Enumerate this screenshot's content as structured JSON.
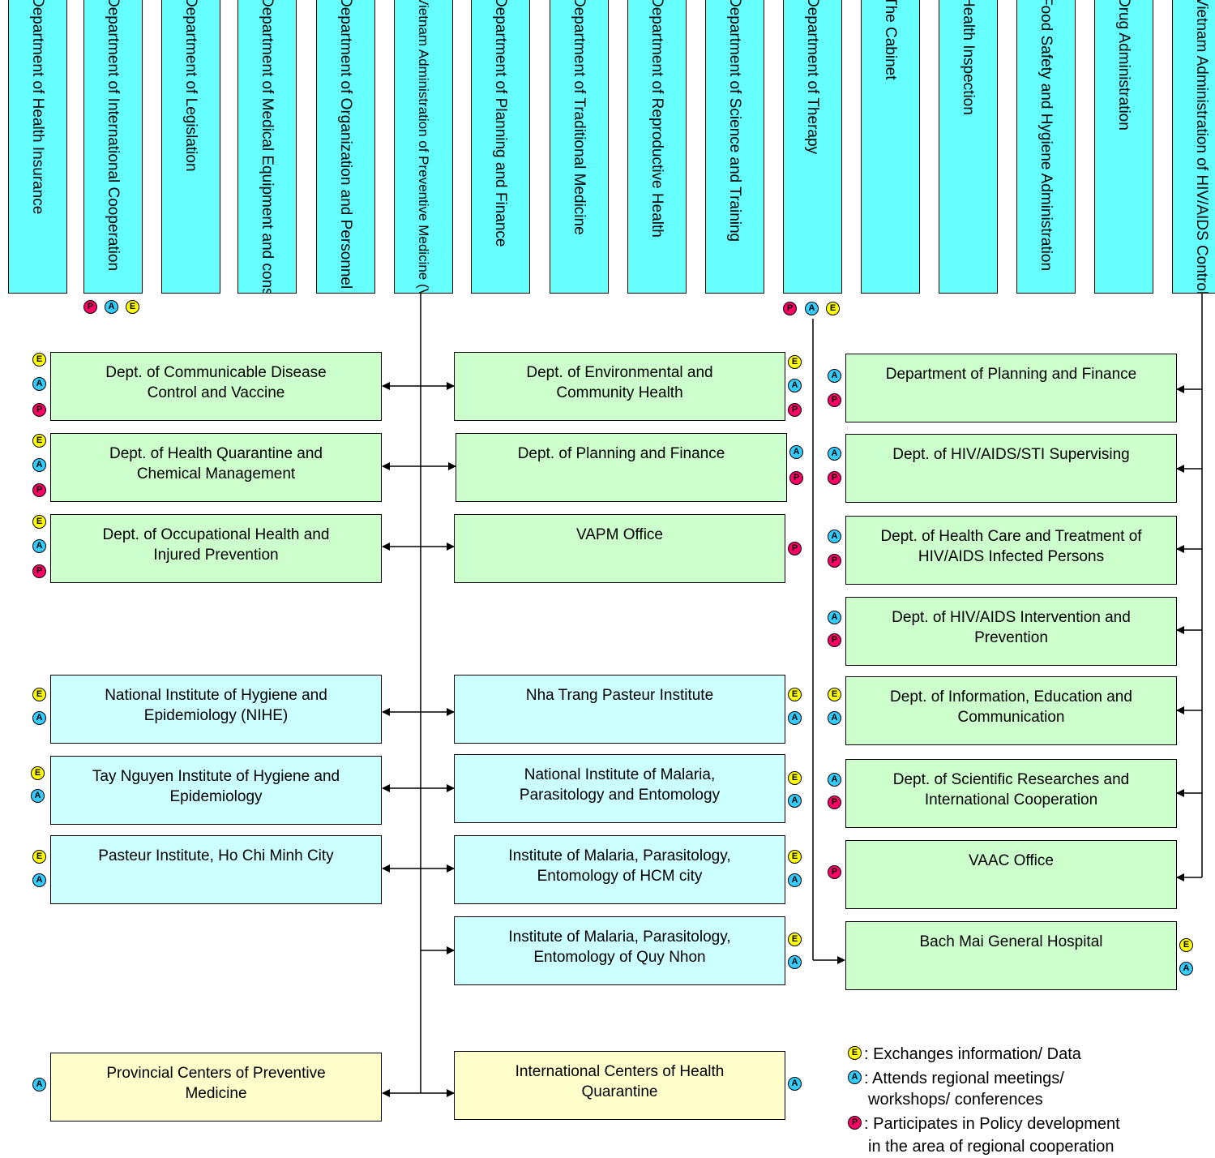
{
  "top_departments": [
    "Department of Health Insurance",
    "Department of International Cooperation",
    "Department of Legislation",
    "Department of Medical Equipment and construction",
    "Department of Organization and Personnel",
    "Vietnam Administration of Preventive Medicine (VAPM)",
    "Department of Planning and Finance",
    "Department of Traditional Medicine",
    "Department of Reproductive Health",
    "Department of Science and Training",
    "Department of Therapy",
    "The Cabinet",
    "Health Inspection",
    "Food Safety and Hygiene Administration",
    "Drug Administration",
    "Vietnam Administration of HIV/AIDS Control (VAAC)"
  ],
  "units": {
    "u1": {
      "line1": "Dept. of Communicable Disease",
      "line2": "Control and Vaccine"
    },
    "u2": {
      "line1": "Dept. of Health Quarantine and",
      "line2": "Chemical Management"
    },
    "u3": {
      "line1": "Dept. of Occupational Health and",
      "line2": "Injured Prevention"
    },
    "u4": {
      "line1": "National Institute of Hygiene and",
      "line2": "Epidemiology (NIHE)"
    },
    "u5": {
      "line1": "Tay Nguyen Institute of Hygiene and",
      "line2": "Epidemiology"
    },
    "u6": {
      "line1": "Pasteur Institute, Ho Chi Minh City",
      "line2": ""
    },
    "u7": {
      "line1": "Provincial Centers of Preventive",
      "line2": "Medicine"
    },
    "u8": {
      "line1": "Dept. of Environmental and",
      "line2": "Community Health"
    },
    "u9": {
      "line1": "Dept. of Planning and Finance",
      "line2": ""
    },
    "u10": {
      "line1": "VAPM Office",
      "line2": ""
    },
    "u11": {
      "line1": "Nha Trang Pasteur Institute",
      "line2": ""
    },
    "u12": {
      "line1": "National Institute of Malaria,",
      "line2": "Parasitology and Entomology"
    },
    "u13": {
      "line1": "Institute of Malaria, Parasitology,",
      "line2": "Entomology of HCM city"
    },
    "u14": {
      "line1": "Institute of Malaria, Parasitology,",
      "line2": "Entomology of Quy Nhon"
    },
    "u15": {
      "line1": "International Centers of Health",
      "line2": "Quarantine"
    },
    "u16": {
      "line1": "Department of Planning and Finance",
      "line2": ""
    },
    "u17": {
      "line1": "Dept. of HIV/AIDS/STI Supervising",
      "line2": ""
    },
    "u18": {
      "line1": "Dept. of Health Care and Treatment of",
      "line2": "HIV/AIDS Infected Persons"
    },
    "u19": {
      "line1": "Dept. of HIV/AIDS Intervention and",
      "line2": "Prevention"
    },
    "u20": {
      "line1": "Dept. of Information, Education and",
      "line2": "Communication"
    },
    "u21": {
      "line1": "Dept. of Scientific Researches and",
      "line2": "International Cooperation"
    },
    "u22": {
      "line1": "VAAC Office",
      "line2": ""
    },
    "u23": {
      "line1": "Bach Mai General Hospital",
      "line2": ""
    }
  },
  "badge_letters": {
    "E": "E",
    "A": "A",
    "P": "P"
  },
  "legend": {
    "e_line1": ": Exchanges information/ Data",
    "a_line1": ": Attends regional meetings/",
    "a_line2": "workshops/ conferences",
    "p_line1": ": Participates in Policy development",
    "p_line2": "in the area of regional cooperation"
  },
  "colors": {
    "top": "#66ffff",
    "dept": "#ccffcc",
    "institute": "#ccffff",
    "center": "#ffffcc",
    "badge_e": "#ffff00",
    "badge_a": "#33ccff",
    "badge_p": "#ff0066"
  }
}
